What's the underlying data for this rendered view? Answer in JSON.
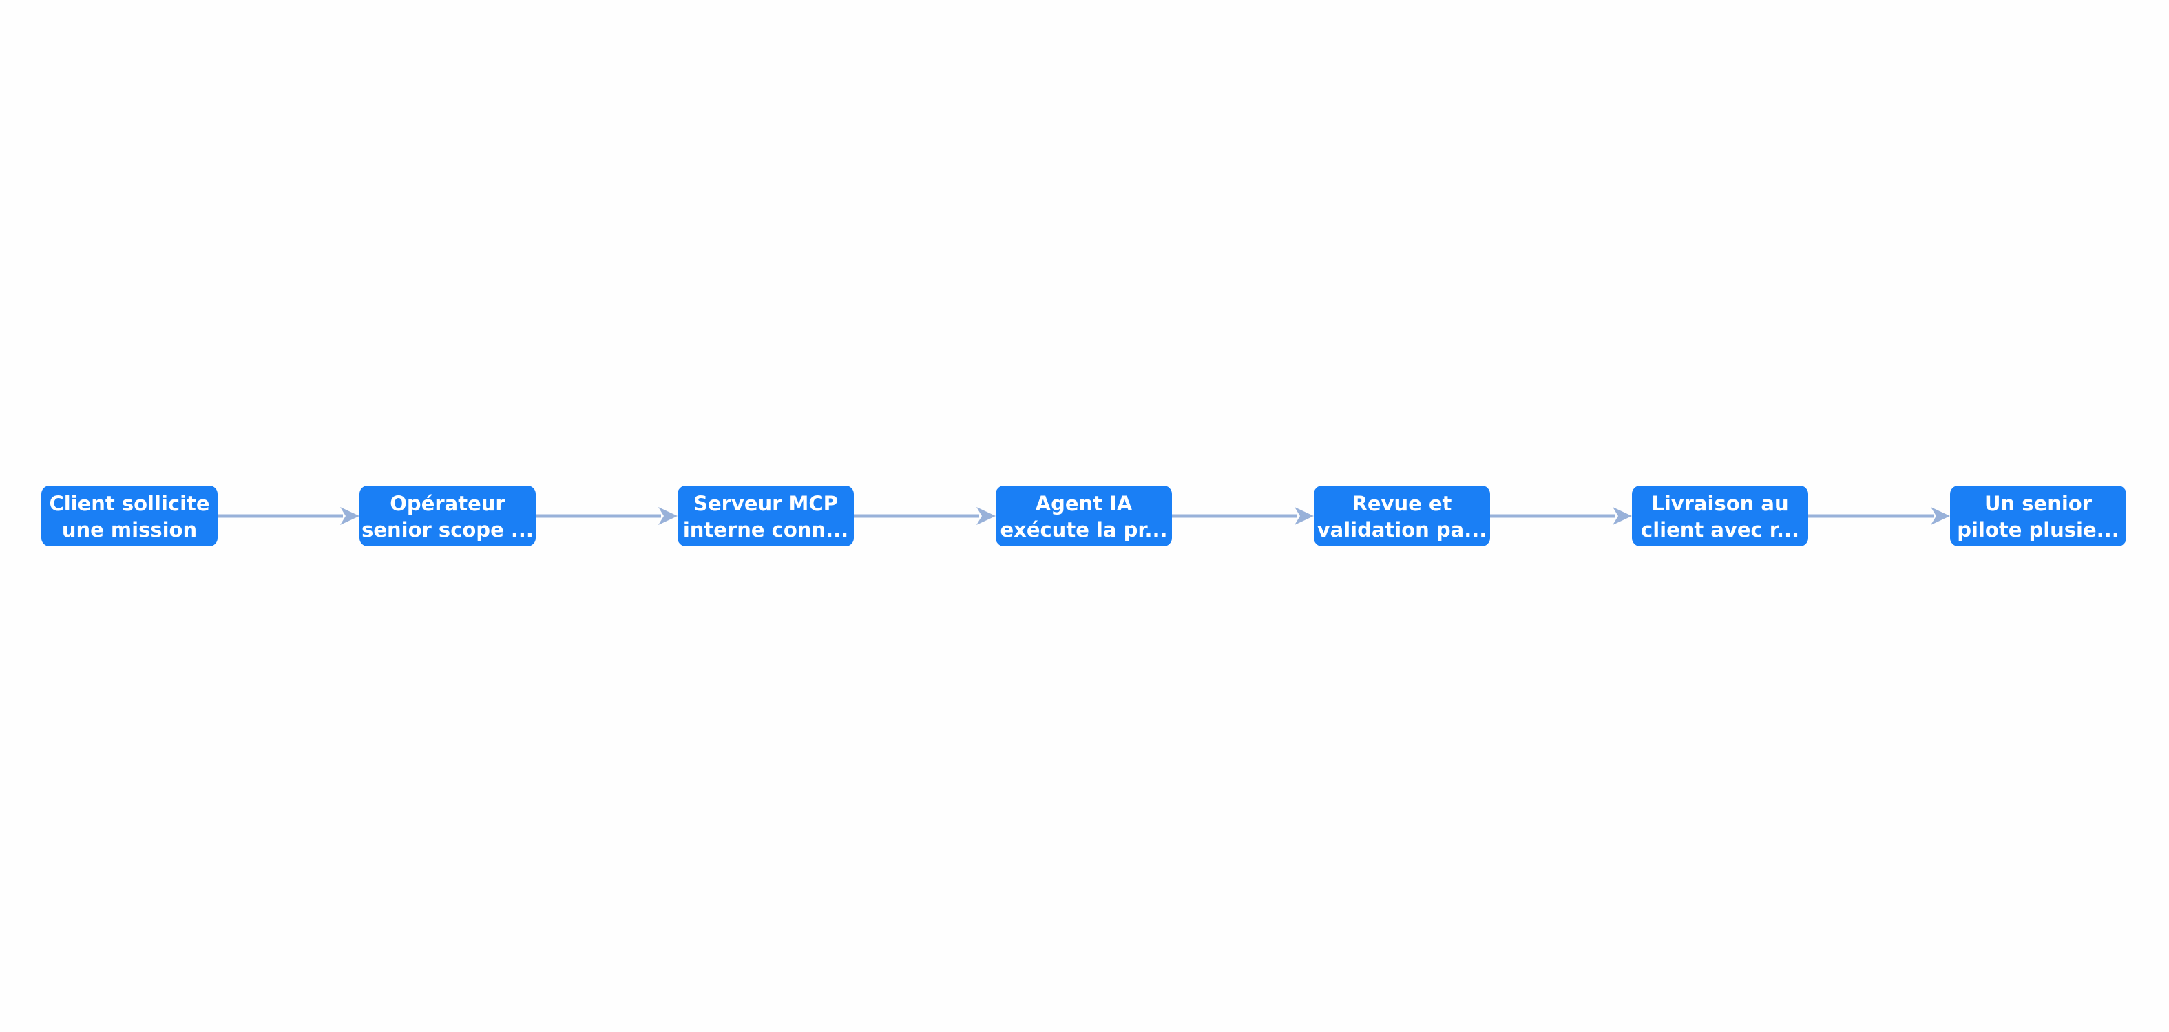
{
  "diagram": {
    "type": "flowchart",
    "direction": "left-to-right",
    "colors": {
      "node_fill": "#1a7ff5",
      "node_text": "#ffffff",
      "edge": "#98b1d9",
      "background": "#fefefe"
    },
    "nodes": [
      {
        "id": "n1",
        "line1": "Client sollicite",
        "line2": "une mission"
      },
      {
        "id": "n2",
        "line1": "Opérateur",
        "line2": "senior scope ..."
      },
      {
        "id": "n3",
        "line1": "Serveur MCP",
        "line2": "interne conn..."
      },
      {
        "id": "n4",
        "line1": "Agent IA",
        "line2": "exécute la pr..."
      },
      {
        "id": "n5",
        "line1": "Revue et",
        "line2": "validation pa..."
      },
      {
        "id": "n6",
        "line1": "Livraison au",
        "line2": "client avec r..."
      },
      {
        "id": "n7",
        "line1": "Un senior",
        "line2": "pilote plusie..."
      }
    ],
    "edges": [
      {
        "from": "n1",
        "to": "n2"
      },
      {
        "from": "n2",
        "to": "n3"
      },
      {
        "from": "n3",
        "to": "n4"
      },
      {
        "from": "n4",
        "to": "n5"
      },
      {
        "from": "n5",
        "to": "n6"
      },
      {
        "from": "n6",
        "to": "n7"
      }
    ]
  }
}
